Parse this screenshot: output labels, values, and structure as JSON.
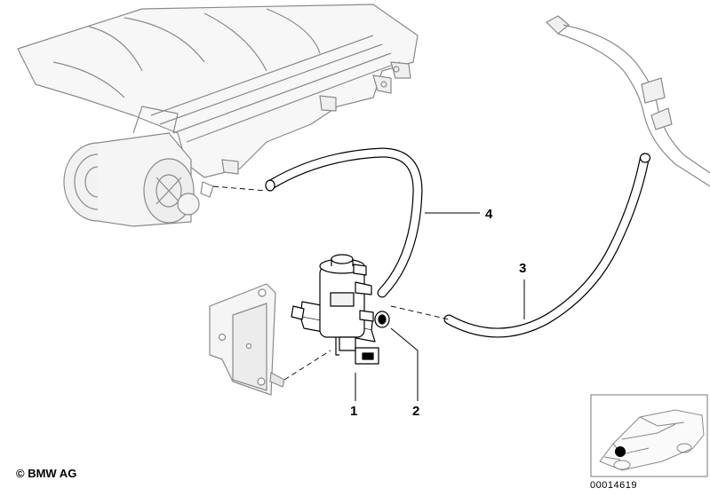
{
  "diagram": {
    "callouts": {
      "c1": "1",
      "c2": "2",
      "c3": "3",
      "c4": "4"
    }
  },
  "footer": {
    "copyright": "© BMW AG",
    "document_number": "00014619"
  }
}
